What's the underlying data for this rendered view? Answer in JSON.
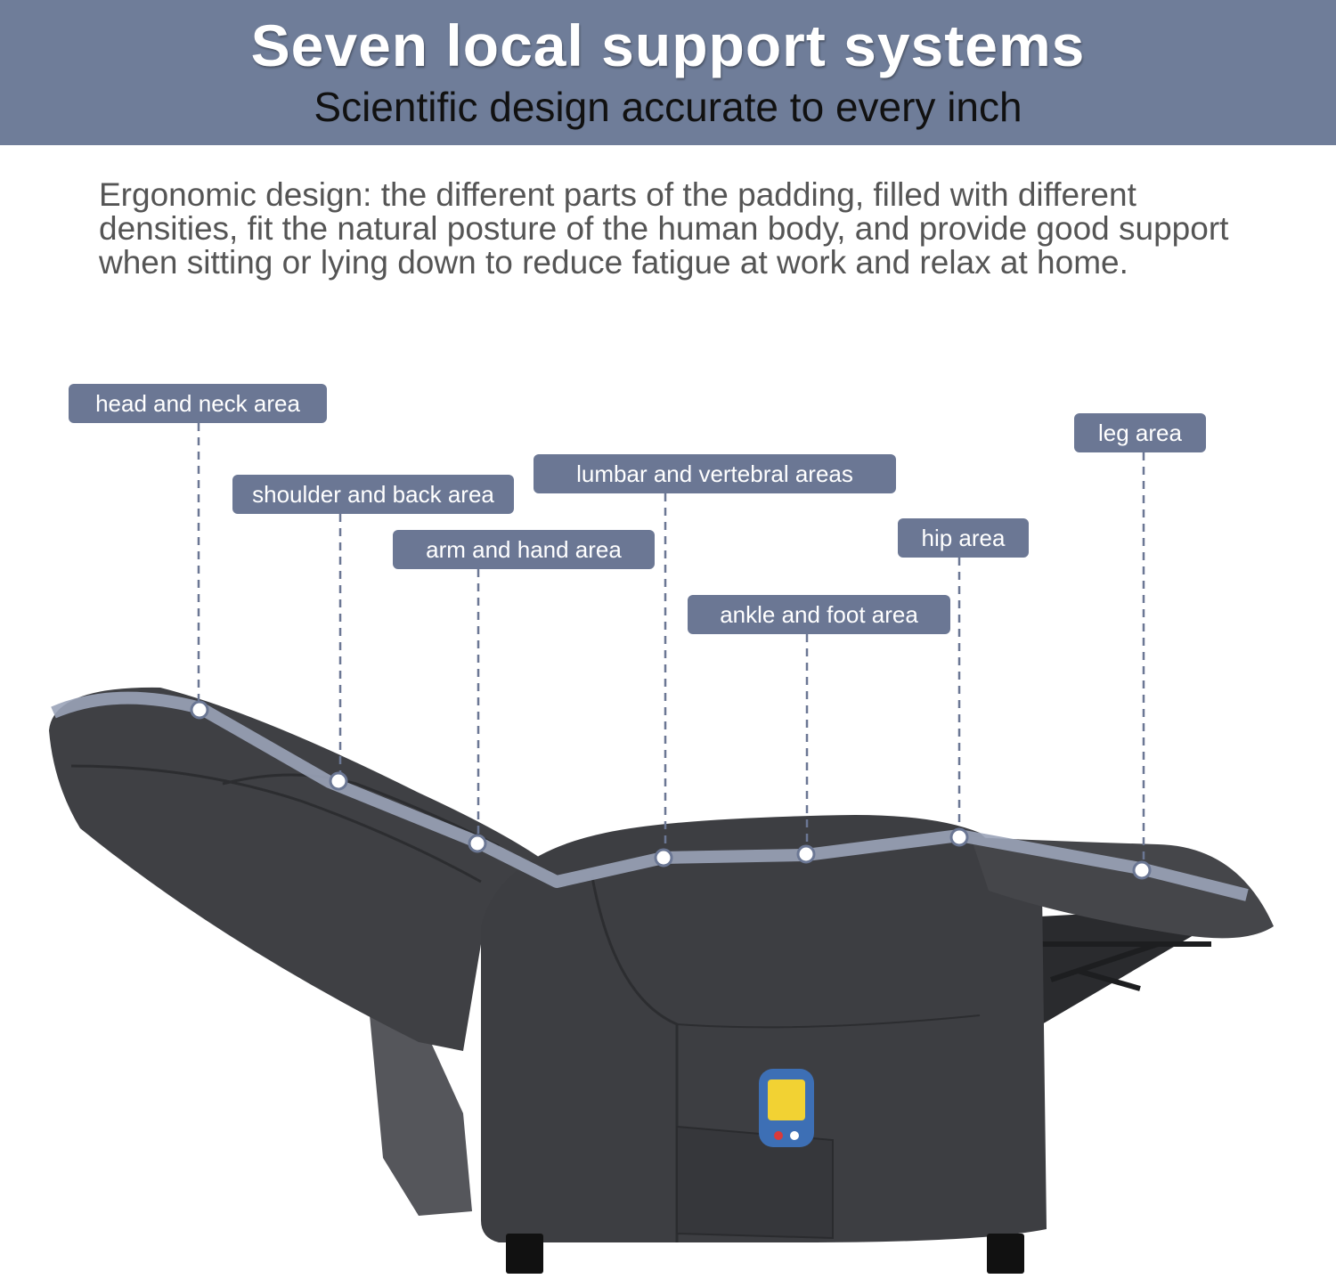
{
  "header": {
    "title": "Seven local support systems",
    "subtitle": "Scientific design accurate to every inch"
  },
  "description": "Ergonomic design: the different parts of the padding, filled with different densities, fit the natural posture of the human body, and provide good support when sitting or lying down to reduce fatigue at work and relax at home.",
  "labels": {
    "head": "head and neck area",
    "shoulder": "shoulder and back area",
    "arm": "arm and hand area",
    "lumbar": "lumbar and vertebral areas",
    "ankle": "ankle and foot area",
    "hip": "hip area",
    "leg": "leg area"
  },
  "colors": {
    "banner": "#6f7d99",
    "tag": "#6b7794",
    "chair": "#3d3e42"
  }
}
